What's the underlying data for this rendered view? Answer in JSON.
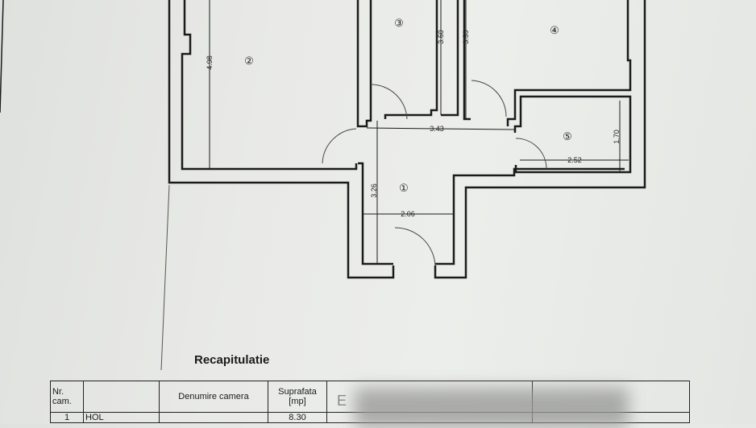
{
  "floor_plan": {
    "rooms": [
      "①",
      "②",
      "③",
      "④",
      "⑤"
    ],
    "dimensions": {
      "room2_height": "4.98",
      "room3_height": "3.60",
      "room4_height": "3.59",
      "hall_width": "3.43",
      "room5_height": "1.70",
      "room5_width": "2.52",
      "hall_height": "3.26",
      "entry_width": "2.06"
    }
  },
  "summary": {
    "title": "Recapitulatie",
    "headers": {
      "nr": "Nr. cam.",
      "name": "Denumire camera",
      "area": "Suprafata [mp]",
      "extra": "E"
    },
    "rows": [
      {
        "nr": "1",
        "name": "HOL",
        "area": "8.30"
      }
    ]
  }
}
